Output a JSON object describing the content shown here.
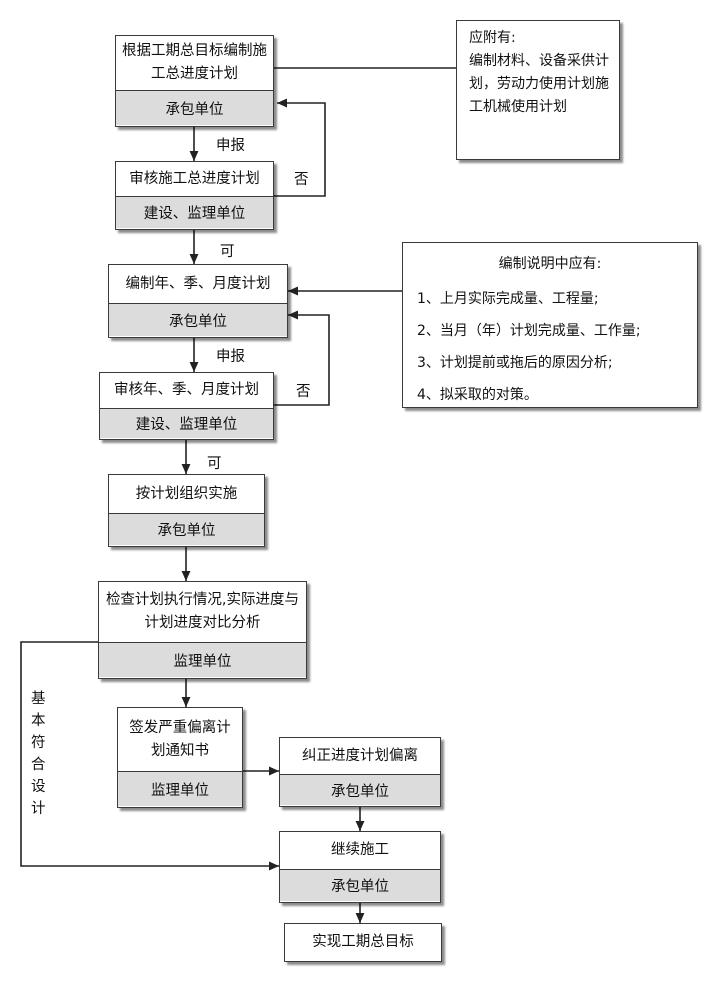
{
  "nodes": {
    "n1": {
      "text": "根据工期总目标编制施工总进度计划",
      "unit": "承包单位"
    },
    "n2": {
      "text": "审核施工总进度计划",
      "unit": "建设、监理单位"
    },
    "n3": {
      "text": "编制年、季、月度计划",
      "unit": "承包单位"
    },
    "n4": {
      "text": "审核年、季、月度计划",
      "unit": "建设、监理单位"
    },
    "n5": {
      "text": "按计划组织实施",
      "unit": "承包单位"
    },
    "n6": {
      "text": "检查计划执行情况,实际进度与计划进度对比分析",
      "unit": "监理单位"
    },
    "n7": {
      "text": "签发严重偏离计划通知书",
      "unit": "监理单位"
    },
    "n8": {
      "text": "纠正进度计划偏离",
      "unit": "承包单位"
    },
    "n9": {
      "text": "继续施工",
      "unit": "承包单位"
    },
    "n10": {
      "text": "实现工期总目标"
    }
  },
  "edge_labels": {
    "submit1": "申报",
    "approve1": "可",
    "reject1": "否",
    "submit2": "申报",
    "approve2": "可",
    "reject2": "否",
    "conform": "基\n本\n符\n合\n设\n计"
  },
  "notes": {
    "note1": "应附有:\n编制材料、设备采供计划，劳动力使用计划施工机械使用计划",
    "note2": {
      "title": "编制说明中应有:",
      "items": [
        "1、上月实际完成量、工程量;",
        "2、当月（年）计划完成量、工作量;",
        "3、计划提前或拖后的原因分析;",
        "4、拟采取的对策。"
      ]
    }
  }
}
